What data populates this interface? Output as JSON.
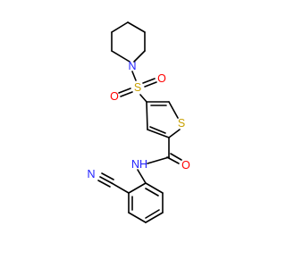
{
  "molecule": {
    "atom_labels": {
      "piperidine_n": "N",
      "sulfonyl_s": "S",
      "sulfonyl_o_left": "O",
      "sulfonyl_o_right": "O",
      "thiophene_s": "S",
      "carbonyl_o": "O",
      "amide_nh": "NH",
      "nitrile_n": "N"
    },
    "colors": {
      "bond": "#000000",
      "nitrogen": "#1f1fff",
      "oxygen": "#ff0000",
      "sulfur": "#c8a000"
    }
  }
}
